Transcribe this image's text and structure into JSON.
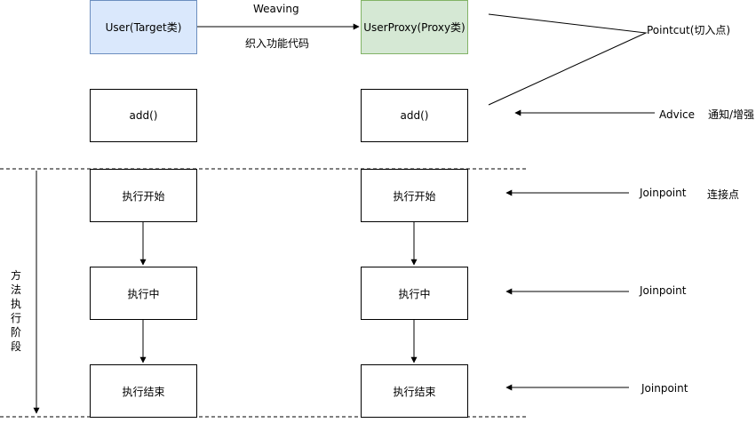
{
  "target_column": {
    "class_label": "User(Target类)",
    "method_label": "add()",
    "step_start": "执行开始",
    "step_middle": "执行中",
    "step_end": "执行结束"
  },
  "proxy_column": {
    "class_label": "UserProxy(Proxy类)",
    "method_label": "add()",
    "step_start": "执行开始",
    "step_middle": "执行中",
    "step_end": "执行结束"
  },
  "weaving": {
    "label": "Weaving",
    "sublabel": "织入功能代码"
  },
  "annotations": {
    "pointcut": "Pointcut(切入点)",
    "advice": "Advice",
    "advice_cn": "通知/增强",
    "joinpoint_1": "Joinpoint",
    "joinpoint_cn": "连接点",
    "joinpoint_2": "Joinpoint",
    "joinpoint_3": "Joinpoint"
  },
  "phase_label": [
    "方",
    "法",
    "执",
    "行",
    "阶",
    "段"
  ],
  "colors": {
    "target_fill": "#dae8fc",
    "target_border": "#6c8ebf",
    "proxy_fill": "#d5e8d4",
    "proxy_border": "#82b366"
  }
}
